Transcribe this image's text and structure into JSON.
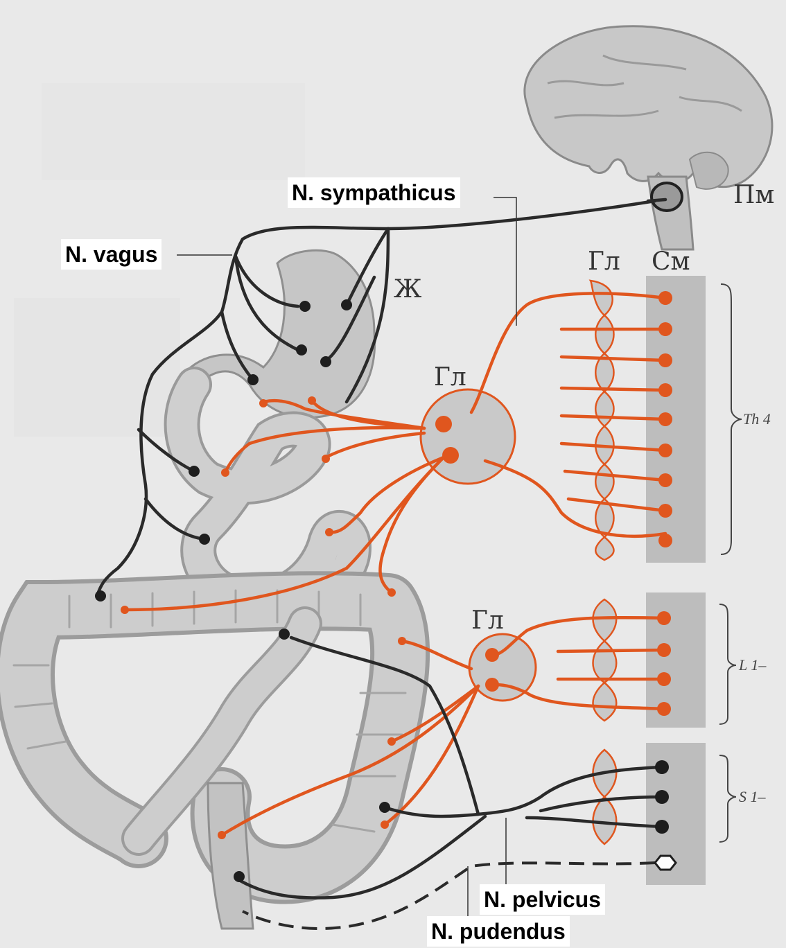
{
  "labels": {
    "sympathicus": "N. sympathicus",
    "vagus": "N. vagus",
    "pelvicus": "N. pelvicus",
    "pudendus": "N. pudendus",
    "pm": "Пм",
    "zh": "Ж",
    "gl_column": "Гл",
    "sm_column": "См",
    "gl_upper": "Гл",
    "gl_lower": "Гл",
    "th": "Th 4",
    "l1": "L 1–",
    "s1": "S 1–"
  },
  "colors": {
    "parasympathetic": "#2a2a2a",
    "sympathetic": "#e0561e",
    "ganglion_fill": "#c9c9c9",
    "organ_fill": "#c4c4c4",
    "spinal_cord": "#bdbdbd",
    "accent_bar": "#1c8de0"
  }
}
